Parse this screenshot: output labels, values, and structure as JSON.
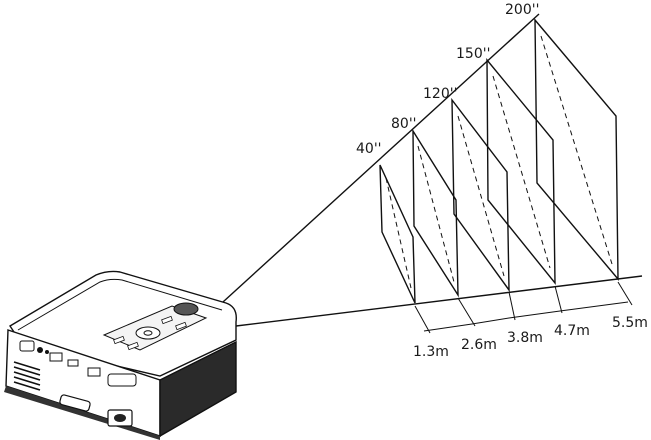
{
  "screen_sizes": [
    {
      "size": "40''",
      "distance": "1.3m"
    },
    {
      "size": "80''",
      "distance": "2.6m"
    },
    {
      "size": "120''",
      "distance": "3.8m"
    },
    {
      "size": "150''",
      "distance": "4.7m"
    },
    {
      "size": "200''",
      "distance": "5.5m"
    }
  ]
}
